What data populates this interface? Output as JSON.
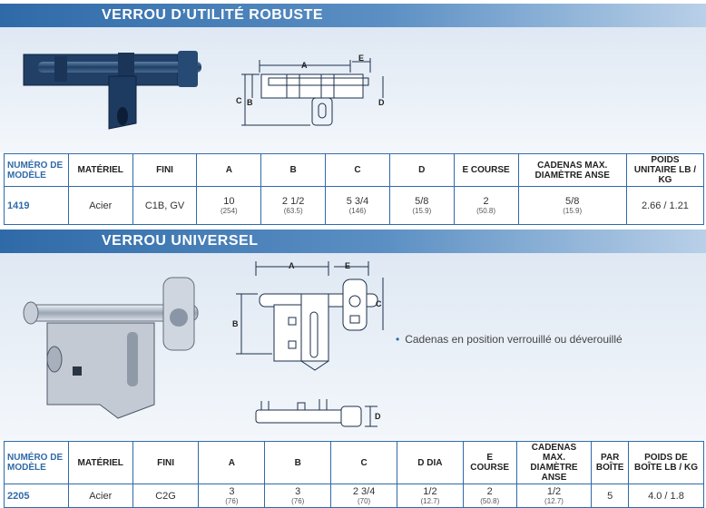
{
  "section1": {
    "title": "VERROU D’UTILITÉ ROBUSTE",
    "diagram_labels": {
      "a": "A",
      "b": "B",
      "c": "C",
      "d": "D",
      "e": "E"
    },
    "table": {
      "headers": [
        {
          "label": "NUMÉRO DE MODÈLE"
        },
        {
          "label": "MATÉRIEL"
        },
        {
          "label": "FINI"
        },
        {
          "label": "A"
        },
        {
          "label": "B"
        },
        {
          "label": "C"
        },
        {
          "label": "D"
        },
        {
          "label": "E COURSE"
        },
        {
          "label": "CADENAS MAX. DIAMÈTRE ANSE"
        },
        {
          "label": "POIDS UNITAIRE LB / KG"
        }
      ],
      "row": {
        "model": "1419",
        "material": "Acier",
        "finish": "C1B, GV",
        "a": {
          "main": "10",
          "sub": "(254)"
        },
        "b": {
          "main": "2 1/2",
          "sub": "(63.5)"
        },
        "c": {
          "main": "5 3/4",
          "sub": "(146)"
        },
        "d": {
          "main": "5/8",
          "sub": "(15.9)"
        },
        "e": {
          "main": "2",
          "sub": "(50.8)"
        },
        "padlock": {
          "main": "5/8",
          "sub": "(15.9)"
        },
        "weight": "2.66 / 1.21"
      }
    }
  },
  "section2": {
    "title": "VERROU UNIVERSEL",
    "note": "Cadenas en position verrouillé ou déverouillé",
    "diagram_labels": {
      "a": "A",
      "b": "B",
      "c": "C",
      "d": "D",
      "e": "E"
    },
    "table": {
      "headers": [
        {
          "label": "NUMÉRO DE MODÈLE"
        },
        {
          "label": "MATÉRIEL"
        },
        {
          "label": "FINI"
        },
        {
          "label": "A"
        },
        {
          "label": "B"
        },
        {
          "label": "C"
        },
        {
          "label": "D DIA"
        },
        {
          "label": "E COURSE"
        },
        {
          "label": "CADENAS MAX. DIAMÈTRE ANSE"
        },
        {
          "label": "PAR BOÎTE"
        },
        {
          "label": "POIDS DE BOÎTE LB / KG"
        }
      ],
      "row": {
        "model": "2205",
        "material": "Acier",
        "finish": "C2G",
        "a": {
          "main": "3",
          "sub": "(76)"
        },
        "b": {
          "main": "3",
          "sub": "(76)"
        },
        "c": {
          "main": "2 3/4",
          "sub": "(70)"
        },
        "d": {
          "main": "1/2",
          "sub": "(12.7)"
        },
        "e": {
          "main": "2",
          "sub": "(50.8)"
        },
        "padlock": {
          "main": "1/2",
          "sub": "(12.7)"
        },
        "per_box": "5",
        "weight": "4.0 / 1.8"
      }
    }
  },
  "colors": {
    "accent": "#2f6aa8",
    "panel": "#e3ebf5"
  },
  "icons": {
    "bullet": "•"
  }
}
